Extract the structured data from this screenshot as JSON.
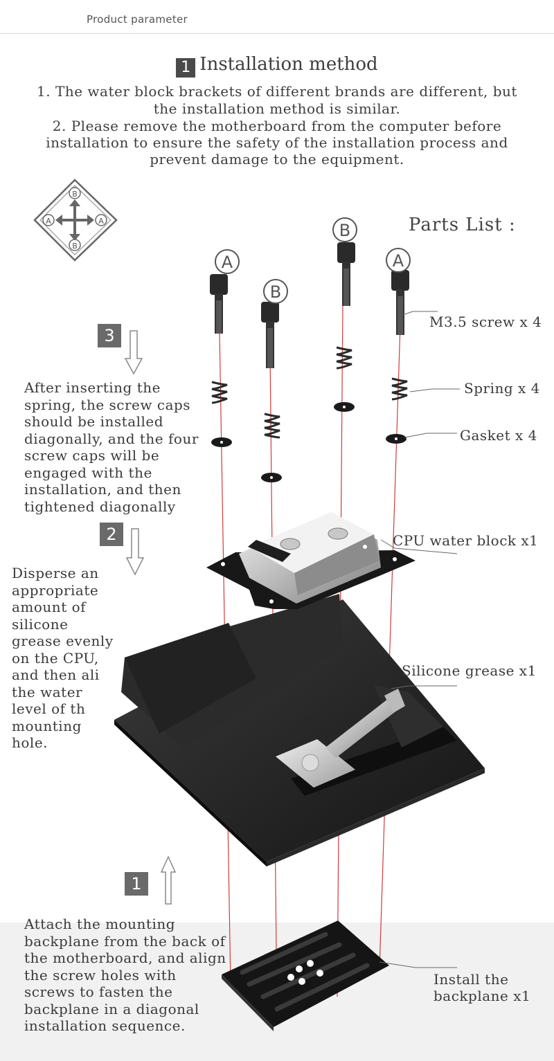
{
  "header": {
    "label": "Product parameter"
  },
  "title": {
    "number": "1",
    "text": "Installation method"
  },
  "intro": [
    "1. The water block brackets of different brands are different, but",
    "the installation method is similar.",
    "2. Please remove the motherboard from the computer before",
    "installation to ensure the safety of the installation process and",
    "prevent damage to the equipment."
  ],
  "diagram_legend": {
    "top": "B",
    "bottom": "B",
    "left": "A",
    "right": "A"
  },
  "screw_markers": [
    "A",
    "B",
    "B",
    "A"
  ],
  "parts_list": {
    "title": "Parts List :",
    "items": [
      "M3.5 screw x 4",
      "Spring x 4",
      "Gasket x 4",
      "CPU water block x1",
      "Silicone grease x1"
    ],
    "backplane": [
      "Install the",
      "backplane x1"
    ]
  },
  "steps": [
    {
      "number": "3",
      "lines": [
        "After inserting the",
        "spring, the screw caps",
        "should be installed",
        "diagonally, and the four",
        "screw caps will be",
        "engaged with the",
        "installation, and then",
        "tightened diagonally"
      ]
    },
    {
      "number": "2",
      "lines": [
        "Disperse an",
        "appropriate",
        "amount of",
        "silicone",
        "grease evenly",
        "on the CPU,",
        "and then ali",
        "the water",
        "level of th",
        "mounting",
        "hole."
      ]
    },
    {
      "number": "1",
      "lines": [
        "Attach the mounting",
        "backplane from the back of",
        "the motherboard, and align",
        "the screw holes with",
        "screws to fasten the",
        "backplane in a diagonal",
        "installation sequence."
      ]
    }
  ]
}
